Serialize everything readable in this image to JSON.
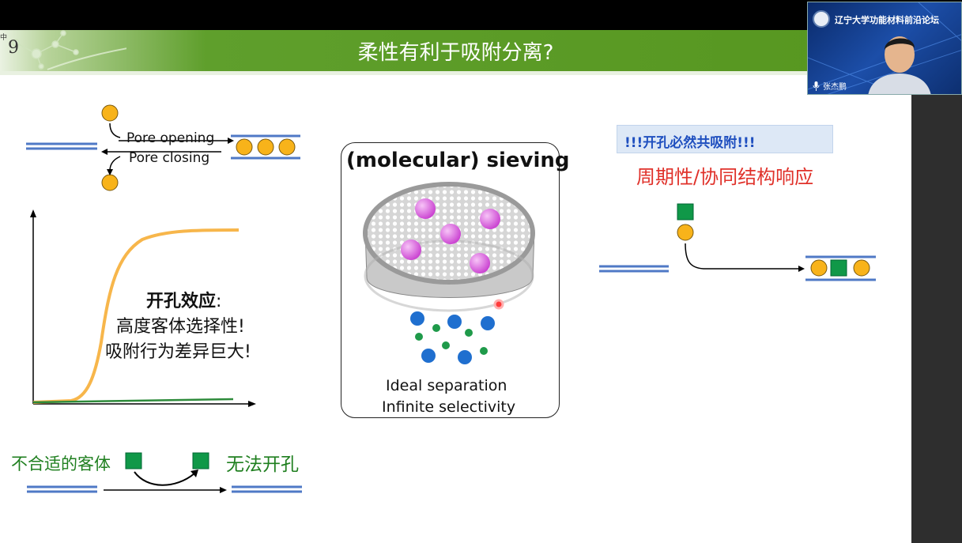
{
  "slide": {
    "number": "9",
    "corner_char": "中",
    "title": "柔性有利于吸附分离?",
    "pore": {
      "opening": "Pore opening",
      "closing": "Pore closing"
    },
    "effect": {
      "title": "开孔效应",
      "title_colon": ":",
      "line1": "高度客体选择性!",
      "line2": "吸附行为差异巨大!"
    },
    "sieving": {
      "title": "(molecular) sieving",
      "line1": "Ideal separation",
      "line2": "Infinite selectivity"
    },
    "unsuitable_guest": "不合适的客体",
    "cannot_open": "无法开孔",
    "banner_text": "!!!开孔必然共吸附!!!",
    "cooperative": "周期性/协同结构响应"
  },
  "video": {
    "banner_text": "辽宁大学功能材料前沿论坛",
    "speaker_name": "张杰鹏"
  },
  "colors": {
    "green_banner": "#56961f",
    "orange_guest": "#f8b31a",
    "green_guest": "#109848",
    "line_blue": "#4f79c6",
    "curve_orange": "#f7b64b",
    "curve_green": "#2e8b3b",
    "text_green": "#1f7f1f",
    "text_red": "#e0312a",
    "text_blue": "#1f4fbf"
  }
}
